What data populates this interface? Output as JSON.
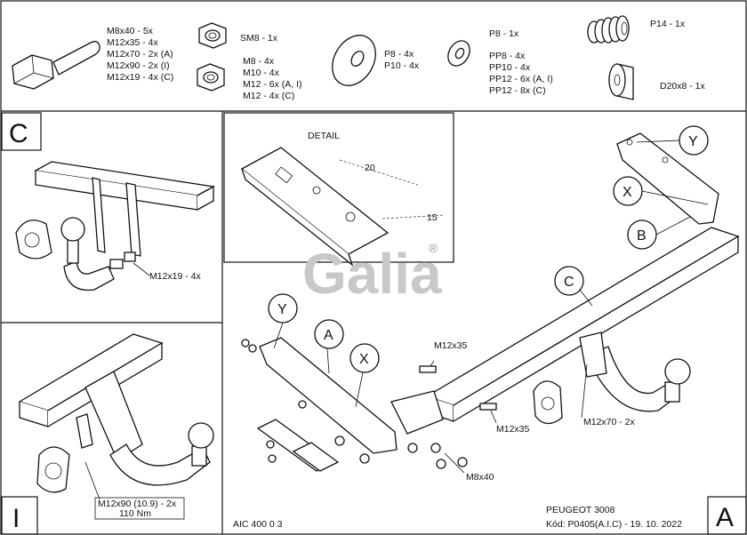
{
  "parts_list": {
    "bolt_labels": [
      "M8x40 - 5x",
      "M12x35 - 4x",
      "M12x70 - 2x (A)",
      "M12x90 - 2x (I)",
      "M12x19 - 4x (C)"
    ],
    "sm8_label": "SM8 - 1x",
    "nut_labels": [
      "M8 - 4x",
      "M10 - 4x",
      "M12 - 6x (A, I)",
      "M12 - 4x (C)"
    ],
    "washer_p_labels": [
      "P8 - 4x",
      "P10 - 4x"
    ],
    "p8_label": "P8 - 1x",
    "washer_pp_labels": [
      "PP8 - 4x",
      "PP10 - 4x",
      "PP12 - 6x (A, I)",
      "PP12 - 8x (C)"
    ],
    "spring_label": "P14 - 1x",
    "spacer_label": "D20x8 - 1x"
  },
  "panel_c": {
    "letter": "C",
    "bolt_note": "M12x19 - 4x"
  },
  "panel_i": {
    "letter": "I",
    "bolt_note_1": "M12x90 (10.9) - 2x",
    "bolt_note_2": "110 Nm"
  },
  "detail": {
    "title": "DETAIL",
    "dim1": "20",
    "dim2": "15"
  },
  "logo": {
    "text": "Galia",
    "mark": "®"
  },
  "main": {
    "callouts": {
      "y": "Y",
      "x": "X",
      "a": "A",
      "b": "B",
      "c": "C"
    },
    "labels": {
      "m12x35_top": "M12x35",
      "m12x35_bottom": "M12x35",
      "m12x70": "M12x70 - 2x",
      "m8x40": "M8x40"
    }
  },
  "footer": {
    "code_left": "AIC 400 0 3",
    "vehicle": "PEUGEOT 3008",
    "code_right": "Kód: P0405(A.I.C) - 19. 10. 2022",
    "panel_letter": "A"
  }
}
